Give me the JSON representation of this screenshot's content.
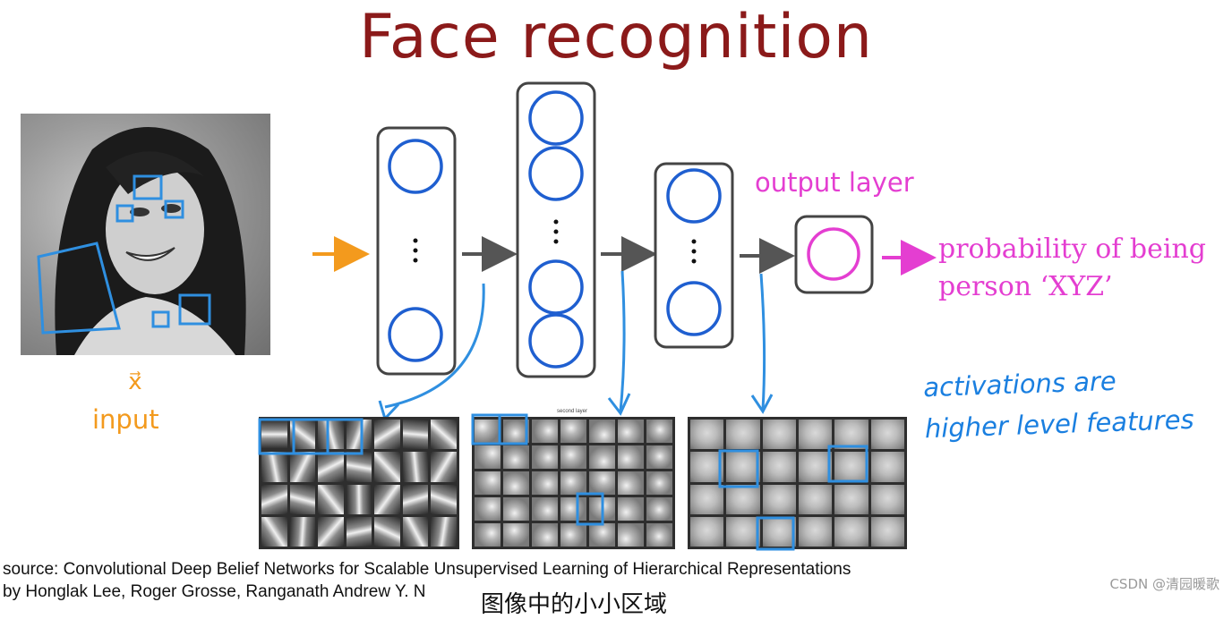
{
  "title": "Face recognition",
  "input": {
    "vector_symbol": "x⃗",
    "label": "input"
  },
  "output": {
    "layer_label": "output layer",
    "result_text_line1": "probability of being",
    "result_text_line2": "person ‘XYZ’"
  },
  "annotation": {
    "line1": "activations are",
    "line2": "higher level features"
  },
  "source": {
    "line1": "source: Convolutional Deep Belief Networks for Scalable Unsupervised Learning of Hierarchical Representations",
    "line2": "by Honglak Lee, Roger Grosse, Ranganath Andrew Y. N"
  },
  "subtitle_overlay": "图像中的小小区域",
  "watermark": "CSDN @清园暖歌",
  "panels": [
    {
      "name": "edge-features",
      "cols": 7,
      "rows": 4,
      "caption": ""
    },
    {
      "name": "part-features",
      "cols": 7,
      "rows": 5,
      "caption": "second layer"
    },
    {
      "name": "face-features",
      "cols": 6,
      "rows": 4,
      "caption": ""
    }
  ],
  "colors": {
    "title": "#8b1a1a",
    "input": "#f39a1d",
    "output": "#e43ed1",
    "hidden_neuron": "#1f5fd0",
    "annotation": "#1a7fe0",
    "arrow": "#555555"
  },
  "icons": {
    "ellipsis": "vertical-dots-icon",
    "arrow": "right-arrow-icon"
  }
}
